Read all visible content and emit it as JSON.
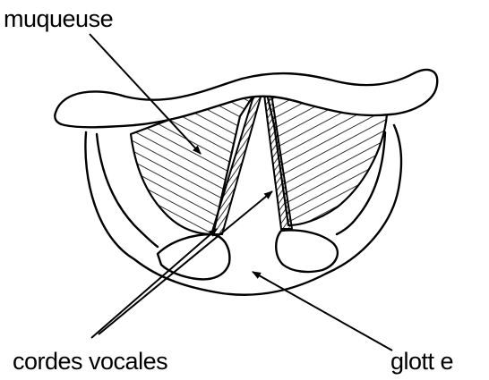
{
  "labels": {
    "mucosa": "muqueuse",
    "vocal_cords": "cordes vocales",
    "glottis": "glott e"
  }
}
